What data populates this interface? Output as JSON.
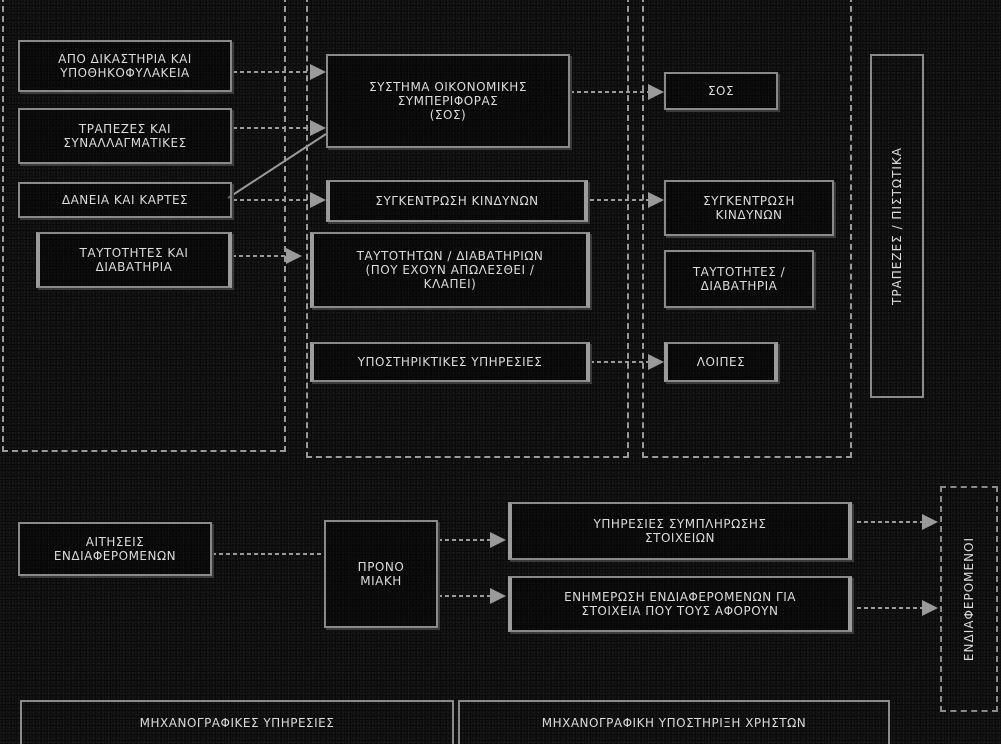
{
  "left_column": {
    "box1": [
      "ΑΠΟ ΔΙΚΑΣΤΗΡΙΑ ΚΑΙ",
      "ΥΠΟΘΗΚΟΦΥΛΑΚΕΙΑ"
    ],
    "box2": [
      "ΤΡΑΠΕΖΕΣ ΚΑΙ",
      "ΣΥΝΑΛΛΑΓΜΑΤΙΚΕΣ"
    ],
    "box3": [
      "ΔΑΝΕΙΑ ΚΑΙ ΚΑΡΤΕΣ"
    ],
    "box4": [
      "ΤΑΥΤΟΤΗΤΕΣ ΚΑΙ",
      "ΔΙΑΒΑΤΗΡΙΑ"
    ]
  },
  "middle_column": {
    "box1": [
      "ΣΥΣΤΗΜΑ ΟΙΚΟΝΟΜΙΚΗΣ",
      "ΣΥΜΠΕΡΙΦΟΡΑΣ",
      "(ΣΟΣ)"
    ],
    "box2": [
      "ΣΥΓΚΕΝΤΡΩΣΗ ΚΙΝΔΥΝΩΝ"
    ],
    "box3": [
      "ΤΑΥΤΟΤΗΤΩΝ / ΔΙΑΒΑΤΗΡΙΩΝ",
      "(ΠΟΥ ΕΧΟΥΝ ΑΠΩΛΕΣΘΕΙ /",
      "ΚΛΑΠΕΙ)"
    ],
    "box4": [
      "ΥΠΟΣΤΗΡΙΚΤΙΚΕΣ ΥΠΗΡΕΣΙΕΣ"
    ]
  },
  "right_column": {
    "box1": [
      "ΣΟΣ"
    ],
    "box2": [
      "ΣΥΓΚΕΝΤΡΩΣΗ",
      "ΚΙΝΔΥΝΩΝ"
    ],
    "box3": [
      "ΤΑΥΤΟΤΗΤΕΣ /",
      "ΔΙΑΒΑΤΗΡΙΑ"
    ],
    "box4": [
      "ΛΟΙΠΕΣ"
    ]
  },
  "vertical_label": "ΤΡΑΠΕΖΕΣ / ΠΙΣΤΩΤΙΚΑ",
  "lower": {
    "source": [
      "ΑΙΤΗΣΕΙΣ",
      "ΕΝΔΙΑΦΕΡΟΜΕΝΩΝ"
    ],
    "middle": [
      "ΠΡΟΝΟ",
      "ΜΙΑΚΗ"
    ],
    "out1": [
      "ΥΠΗΡΕΣΙΕΣ ΣΥΜΠΛΗΡΩΣΗΣ",
      "ΣΤΟΙΧΕΙΩΝ"
    ],
    "out2": [
      "ΕΝΗΜΕΡΩΣΗ ΕΝΔΙΑΦΕΡΟΜΕΝΩΝ ΓΙΑ",
      "ΣΤΟΙΧΕΙΑ ΠΟΥ ΤΟΥΣ ΑΦΟΡΟΥΝ"
    ],
    "vertical": "ΕΝΔΙΑΦΕΡΟΜΕΝΟΙ"
  },
  "bottom": {
    "left": "ΜΗΧΑΝΟΓΡΑΦΙΚΕΣ ΥΠΗΡΕΣΙΕΣ",
    "right": "ΜΗΧΑΝΟΓΡΑΦΙΚΗ ΥΠΟΣΤΗΡΙΞΗ ΧΡΗΣΤΩΝ"
  }
}
